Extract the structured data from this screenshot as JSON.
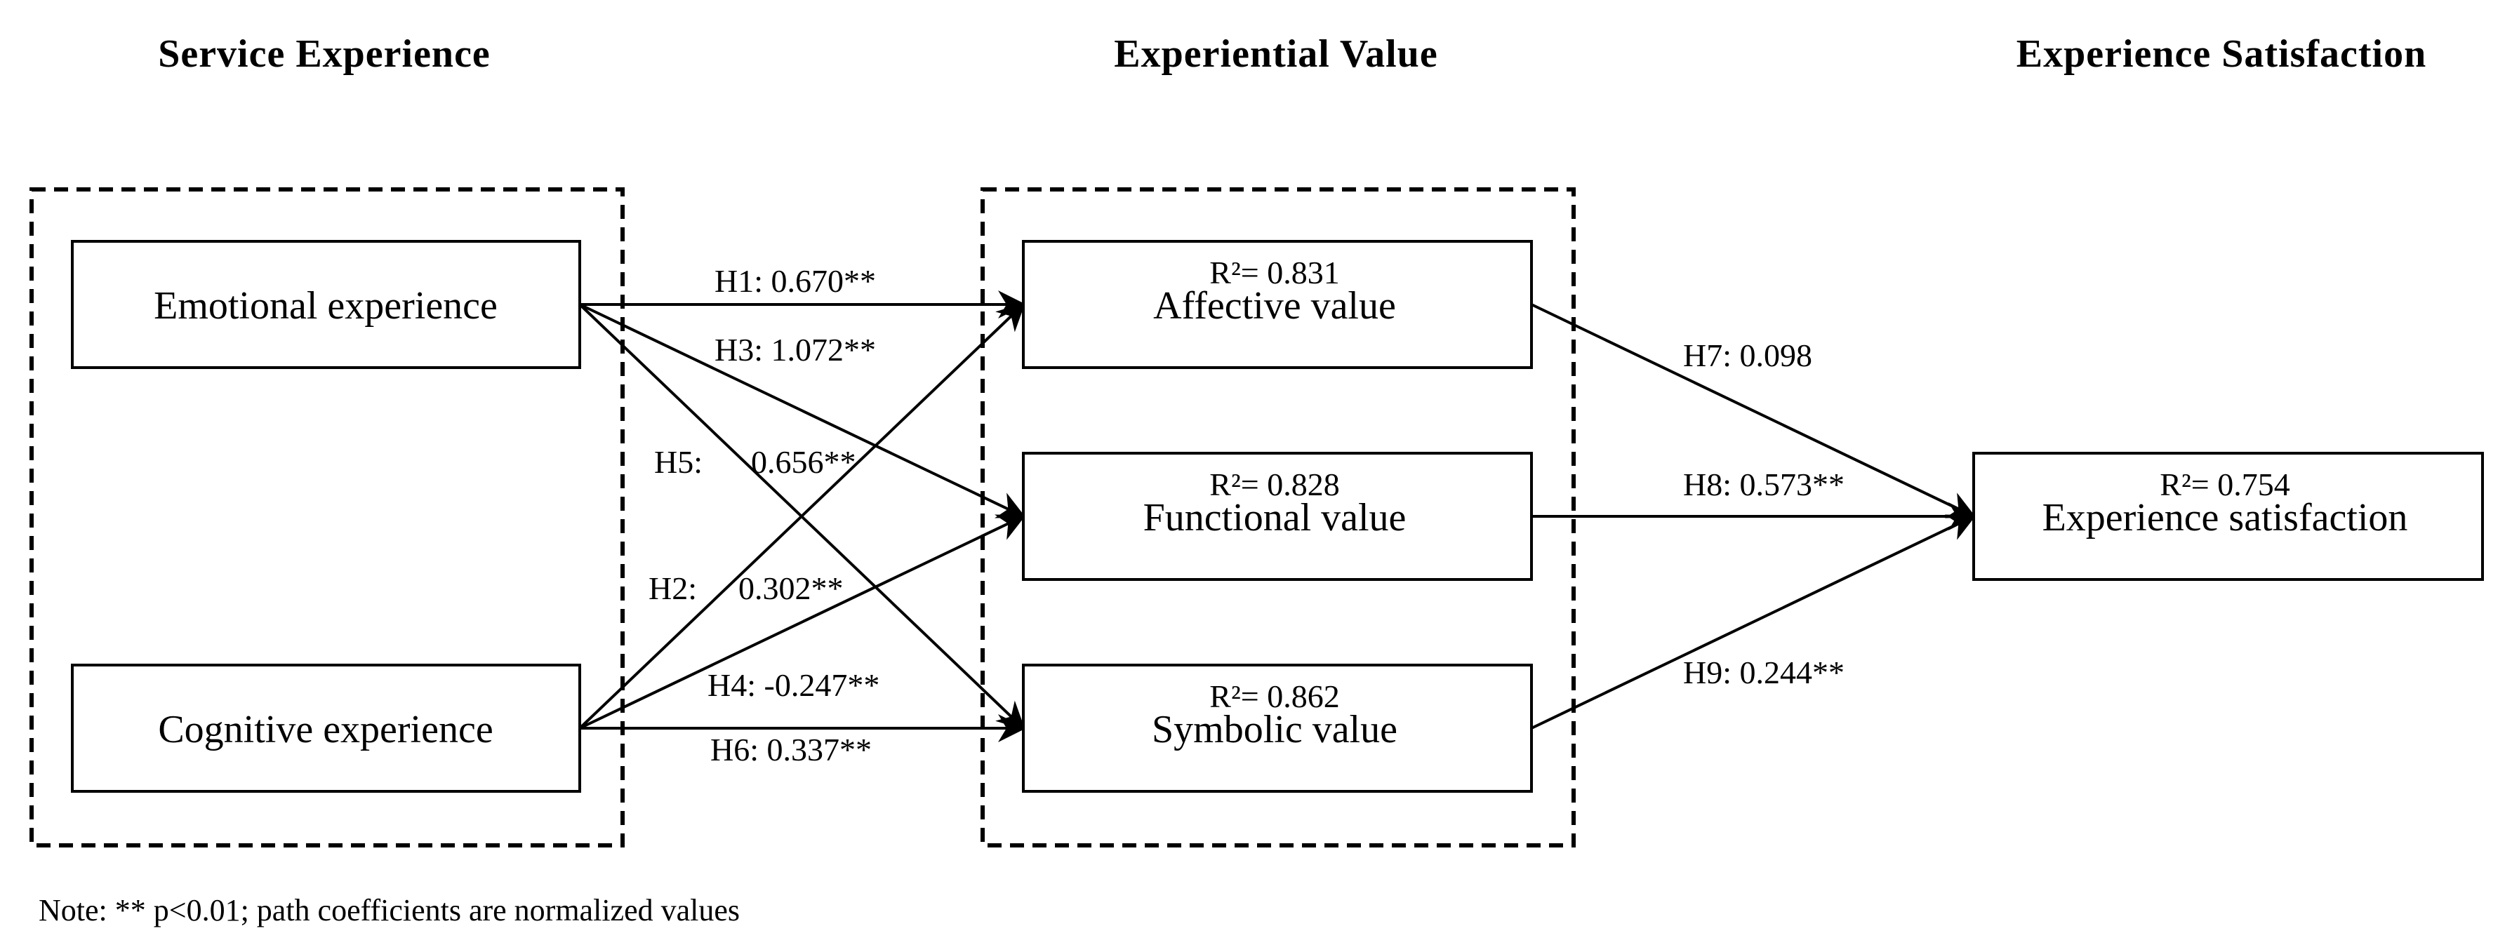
{
  "headers": {
    "service": "Service Experience",
    "value": "Experiential Value",
    "satisfaction": "Experience Satisfaction"
  },
  "nodes": {
    "emotional": {
      "label": "Emotional experience"
    },
    "cognitive": {
      "label": "Cognitive experience"
    },
    "affective": {
      "label": "Affective value",
      "r2": "R²= 0.831"
    },
    "functional": {
      "label": "Functional value",
      "r2": "R²= 0.828"
    },
    "symbolic": {
      "label": "Symbolic value",
      "r2": "R²= 0.862"
    },
    "satisfaction": {
      "label": "Experience satisfaction",
      "r2": "R²= 0.754"
    }
  },
  "paths": {
    "h1": "H1: 0.670**",
    "h2_id": "H2:",
    "h2_val": "0.302**",
    "h3": "H3: 1.072**",
    "h4": "H4: -0.247**",
    "h5_id": "H5:",
    "h5_val": "0.656**",
    "h6": "H6: 0.337**",
    "h7": "H7: 0.098",
    "h8": "H8: 0.573**",
    "h9": "H9: 0.244**"
  },
  "note": "Note: ** p<0.01; path coefficients are normalized values"
}
